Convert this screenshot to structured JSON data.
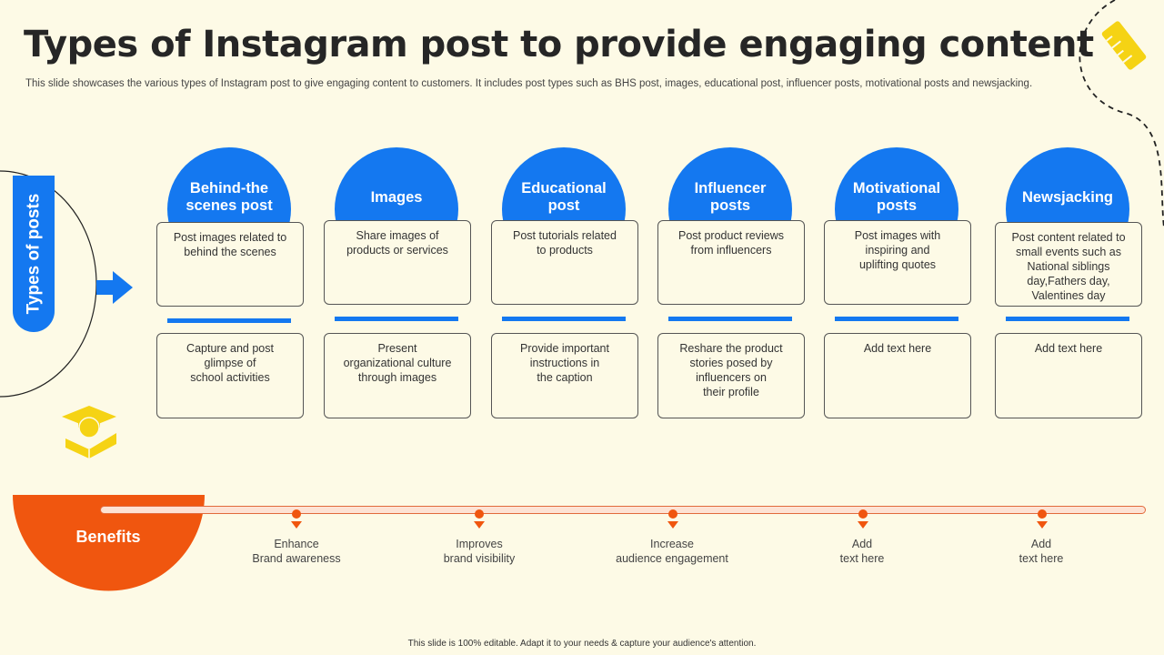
{
  "slide": {
    "title": "Types of Instagram post to provide engaging content",
    "subtitle": "This slide showcases the various types of Instagram post to give engaging content to customers. It includes post types such as BHS post, images, educational post, influencer posts, motivational posts and newsjacking.",
    "footer": "This slide is 100% editable.  Adapt it to your needs & capture your audience's attention."
  },
  "sidebar": {
    "label": "Types of posts"
  },
  "post_types": [
    {
      "title": "Behind-the\nscenes post",
      "description": "Post images related to\nbehind the scenes",
      "example": "Capture and post\nglimpse of\nschool activities"
    },
    {
      "title": "Images",
      "description": "Share images of\nproducts  or services",
      "example": "Present\norganizational culture\nthrough images"
    },
    {
      "title": "Educational\npost",
      "description": "Post tutorials related\nto products",
      "example": "Provide  important\ninstructions in\nthe caption"
    },
    {
      "title": "Influencer\nposts",
      "description": "Post product reviews\nfrom influencers",
      "example": "Reshare the product\nstories posed by\ninfluencers on\ntheir profile"
    },
    {
      "title": "Motivational\nposts",
      "description": "Post images with\ninspiring and\nuplifting quotes",
      "example": "Add text here"
    },
    {
      "title": "Newsjacking",
      "description": "Post content related to\nsmall events such as\nNational siblings\nday,Fathers day,\nValentines day",
      "example": "Add text here"
    }
  ],
  "benefits": {
    "label": "Benefits",
    "items": [
      "Enhance\nBrand awareness",
      "Improves\nbrand visibility",
      "Increase\naudience engagement",
      "Add\ntext here",
      "Add\ntext here"
    ]
  },
  "colors": {
    "accent_blue": "#1478f0",
    "accent_orange": "#f0560f",
    "icon_yellow": "#f5d314",
    "background": "#fdfae6"
  },
  "icons": [
    "ruler-icon",
    "graduation-book-icon",
    "arrow-right-icon"
  ]
}
